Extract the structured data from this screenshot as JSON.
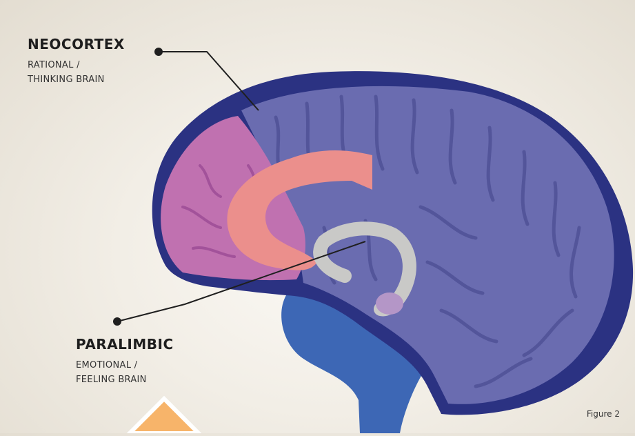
{
  "labels": {
    "neocortex": {
      "title": "NEOCORTEX",
      "line1": "RATIONAL /",
      "line2": "THINKING BRAIN"
    },
    "paralimbic": {
      "title": "PARALIMBIC",
      "line1": "EMOTIONAL /",
      "line2": "FEELING BRAIN"
    }
  },
  "caption": "Figure 2",
  "colors": {
    "background": "#f2eee6",
    "brain_outline": "#2b3282",
    "neocortex": "#6a6cb0",
    "prefrontal": "#c071b0",
    "cingulate": "#eb8f8c",
    "corpus_callosum": "#c9c9c7",
    "cerebellum_brainstem": "#3d67b5",
    "accent_arrow": "#f7b46a"
  }
}
